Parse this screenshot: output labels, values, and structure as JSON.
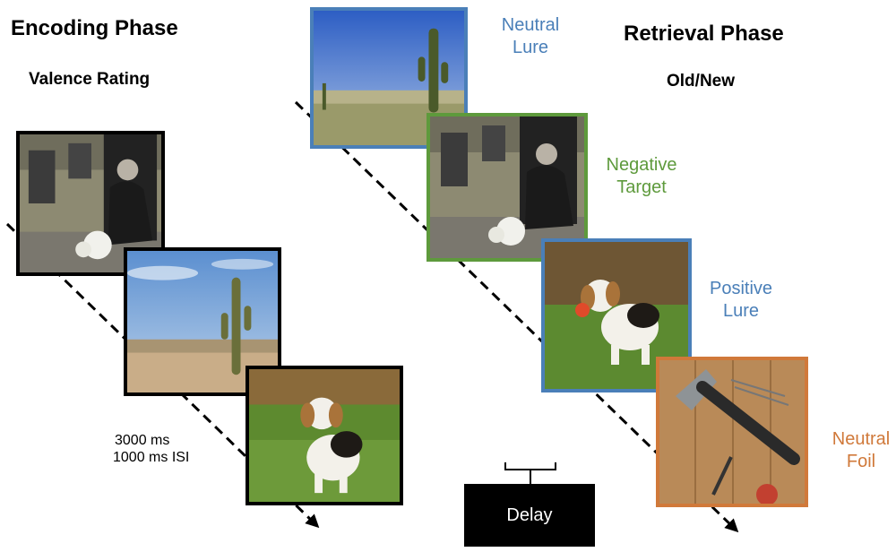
{
  "encoding": {
    "title": "Encoding Phase",
    "task": "Valence Rating",
    "timing_line1": "3000 ms",
    "timing_line2": "1000 ms ISI",
    "images": [
      {
        "name": "graveside-mourner-image",
        "border_color": "#000000"
      },
      {
        "name": "desert-cactus-image",
        "border_color": "#000000"
      },
      {
        "name": "beagle-puppy-image",
        "border_color": "#000000"
      }
    ]
  },
  "retrieval": {
    "title": "Retrieval Phase",
    "task": "Old/New",
    "conditions": [
      {
        "line1": "Neutral",
        "line2": "Lure",
        "color": "#4a7fb8",
        "image": "desert-cactus-image"
      },
      {
        "line1": "Negative",
        "line2": "Target",
        "color": "#5e9a3c",
        "image": "graveside-mourner-image"
      },
      {
        "line1": "Positive",
        "line2": "Lure",
        "color": "#4a7fb8",
        "image": "beagle-ball-image"
      },
      {
        "line1": "Neutral",
        "line2": "Foil",
        "color": "#d0793a",
        "image": "hammer-nails-image"
      }
    ]
  },
  "delay": {
    "label": "Delay"
  }
}
